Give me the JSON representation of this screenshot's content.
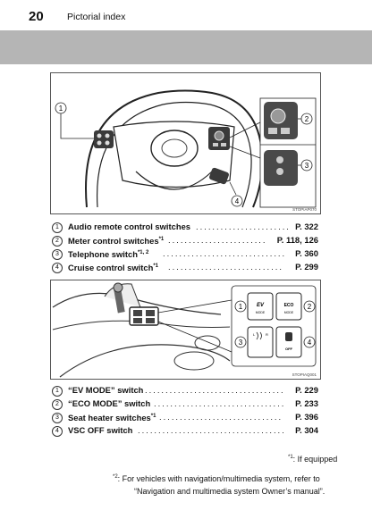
{
  "header": {
    "page_number": "20",
    "section_title": "Pictorial index"
  },
  "figure1": {
    "code": "STOPIAP070",
    "callouts": [
      "1",
      "2",
      "3",
      "4"
    ]
  },
  "list1": [
    {
      "num": "1",
      "label": "Audio remote control switches",
      "page": "P. 322",
      "sup": ""
    },
    {
      "num": "2",
      "label": "Meter control switches",
      "page": "P. 118, 126",
      "sup": "*1"
    },
    {
      "num": "3",
      "label": "Telephone switch",
      "page": "P. 360",
      "sup": "*1, 2"
    },
    {
      "num": "4",
      "label": "Cruise control switch",
      "page": "P. 299",
      "sup": "*1"
    }
  ],
  "figure2": {
    "code": "STOPIAQ001",
    "callouts": [
      "1",
      "2",
      "3",
      "4"
    ],
    "buttons": {
      "ev": "EV",
      "ev_mode": "MODE",
      "eco": "ECO",
      "eco_mode": "MODE",
      "off": "OFF"
    }
  },
  "list2": [
    {
      "num": "1",
      "label": "“EV MODE” switch",
      "page": "P. 229",
      "sup": ""
    },
    {
      "num": "2",
      "label": "“ECO MODE” switch",
      "page": "P. 233",
      "sup": ""
    },
    {
      "num": "3",
      "label": "Seat heater switches",
      "page": "P. 396",
      "sup": "*1"
    },
    {
      "num": "4",
      "label": "VSC OFF switch",
      "page": "P. 304",
      "sup": ""
    }
  ],
  "footnotes": {
    "fn1_mark": "*1",
    "fn1_text": ": If equipped",
    "fn2_mark": "*2",
    "fn2_line1": ": For vehicles with navigation/multimedia system, refer to",
    "fn2_line2": "“Navigation and multimedia system Owner’s manual”."
  }
}
